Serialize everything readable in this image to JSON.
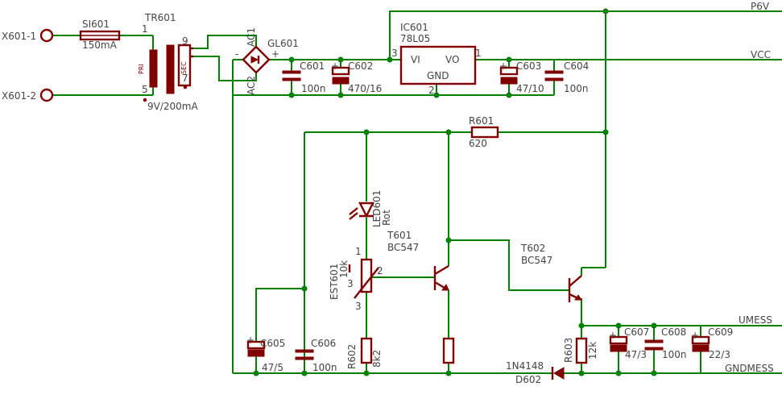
{
  "colors": {
    "wire": "#008000",
    "part": "#800000",
    "label": "#444444",
    "background": "#ffffff"
  },
  "labels": {
    "x601_1": "X601-1",
    "x601_2": "X601-2",
    "si601_name": "SI601",
    "si601_value": "150mA",
    "tr601_name": "TR601",
    "tr601_value": "9V/200mA",
    "tr601_pri": "PRI",
    "tr601_sec": "SEC",
    "pin_1": "1",
    "pin_5": "5",
    "pin_9": "9",
    "pin_7": "7",
    "gl601_name": "GL601",
    "ac1": "AC1",
    "ac2": "AC2",
    "minus": "-",
    "plus": "+",
    "c601_name": "C601",
    "c601_value": "100n",
    "c602_name": "C602",
    "c602_value": "470/16",
    "ic601_name": "IC601",
    "ic601_value": "78L05",
    "ic_vi": "VI",
    "ic_vo": "VO",
    "ic_gnd": "GND",
    "ic_pin3": "3",
    "ic_pin1": "1",
    "ic_pin2": "2",
    "c603_name": "C603",
    "c603_value": "47/10",
    "c604_name": "C604",
    "c604_value": "100n",
    "p6v": "P6V",
    "vcc": "VCC",
    "r601_name": "R601",
    "r601_value": "620",
    "led601_name": "LED601",
    "led601_value": "Rot",
    "t601_name": "T601",
    "t601_value": "BC547",
    "t602_name": "T602",
    "t602_value": "BC547",
    "est601_name": "EST601",
    "est601_value": "10k",
    "est_pin1": "1",
    "est_pin2": "2",
    "est_pin3": "3",
    "est_pin3b": "3",
    "r602_name": "R602",
    "r602_value": "8k2",
    "c605_name": "C605",
    "c605_value": "47/5",
    "c606_name": "C606",
    "c606_value": "100n",
    "r603_name": "R603",
    "r603_value": "12k",
    "d602_name": "D602",
    "d602_value": "1N4148",
    "c607_name": "C607",
    "c607_value": "47/3",
    "c608_name": "C608",
    "c608_value": "100n",
    "c609_name": "C609",
    "c609_value": "22/3",
    "umess": "UMESS",
    "gndmess": "GNDMESS"
  }
}
